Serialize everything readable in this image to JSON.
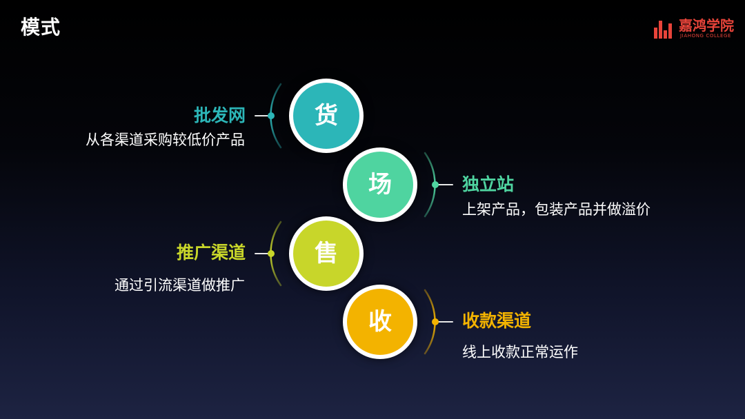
{
  "slide": {
    "title": "模式"
  },
  "logo": {
    "icon": "bar-chart-logo-icon",
    "name": "嘉鸿学院",
    "subtitle": "JIAHONG COLLEGE",
    "color": "#e8443a"
  },
  "stages": [
    {
      "char": "货",
      "heading": "批发网",
      "desc": "从各渠道采购较低价产品",
      "color": "#2cb6b8"
    },
    {
      "char": "场",
      "heading": "独立站",
      "desc": "上架产品，包装产品并做溢价",
      "color": "#4fd4a0"
    },
    {
      "char": "售",
      "heading": "推广渠道",
      "desc": "通过引流渠道做推广",
      "color": "#c8d62a"
    },
    {
      "char": "收",
      "heading": "收款渠道",
      "desc": "线上收款正常运作",
      "color": "#f3b300"
    }
  ]
}
